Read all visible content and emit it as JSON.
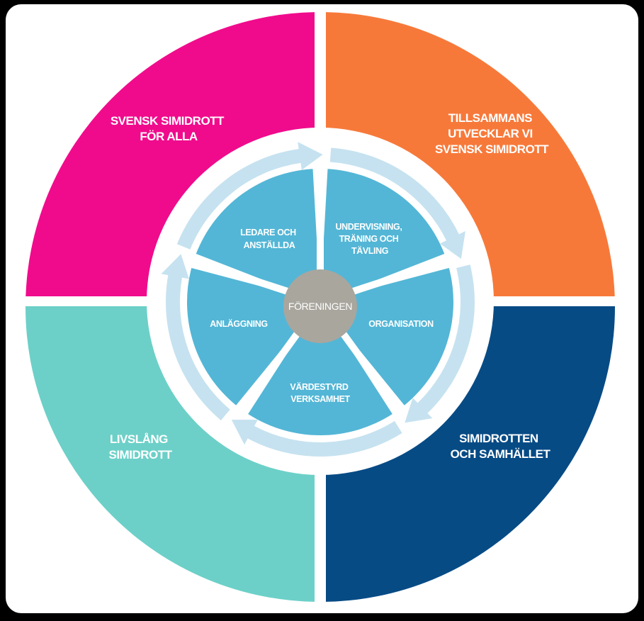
{
  "outer": {
    "top_left": [
      "SVENSK SIMIDROTT",
      "FÖR ALLA"
    ],
    "top_right": [
      "TILLSAMMANS",
      "UTVECKLAR VI",
      "SVENSK SIMIDROTT"
    ],
    "bottom_left": [
      "LIVSLÅNG",
      "SIMIDROTT"
    ],
    "bottom_right": [
      "SIMIDROTTEN",
      "OCH SAMHÄLLET"
    ]
  },
  "inner": {
    "leaders": [
      "LEDARE OCH",
      "ANSTÄLLDA"
    ],
    "teaching": [
      "UNDERVISNING,",
      "TRÄNING OCH",
      "TÄVLING"
    ],
    "organisation": [
      "ORGANISATION"
    ],
    "values": [
      "VÄRDESTYRD",
      "VERKSAMHET"
    ],
    "facility": [
      "ANLÄGGNING"
    ]
  },
  "center": "FÖRENINGEN",
  "colors": {
    "magenta": "#f00b8c",
    "orange": "#f7793a",
    "navy": "#074b85",
    "turquoise": "#6cd0c8",
    "inner_blue": "#53b6d6",
    "arrow_light": "#c6e2f0",
    "center_gray": "#a9a69e"
  }
}
